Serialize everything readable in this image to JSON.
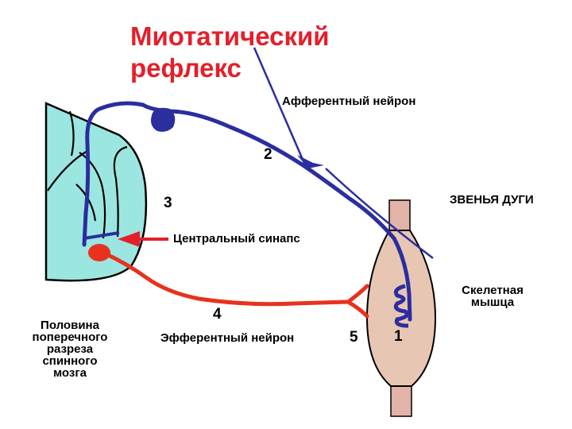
{
  "title_line1": "Миотатический",
  "title_line2": "рефлекс",
  "labels": {
    "afferent": "Афферентный нейрон",
    "efferent": "Эфферентный нейрон",
    "synapse": "Центральный синапс",
    "arc_links": "ЗВЕНЬЯ ДУГИ",
    "muscle_line1": "Скелетная",
    "muscle_line2": "мышца",
    "cord_line1": "Половина",
    "cord_line2": "поперечного",
    "cord_line3": "разреза",
    "cord_line4": "спинного",
    "cord_line5": "мозга"
  },
  "numbers": {
    "n1": "1",
    "n2": "2",
    "n3": "3",
    "n4": "4",
    "n5": "5"
  },
  "colors": {
    "title": "#e3202a",
    "afferent_neuron": "#2b2e9e",
    "efferent_neuron": "#e8321e",
    "spinal_cord": "#9be6e0",
    "muscle": "#e8c6b4",
    "tendon": "#e2b3a8",
    "synapse_arrow": "#e3202a"
  }
}
